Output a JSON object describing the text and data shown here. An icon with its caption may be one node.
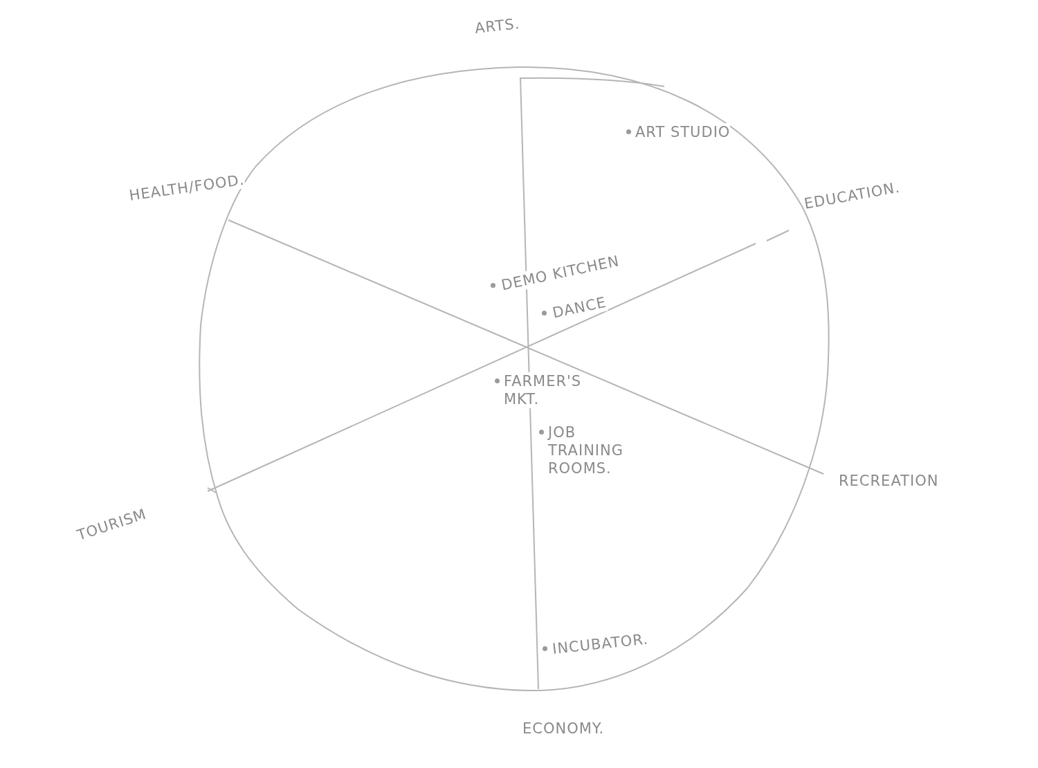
{
  "diagram": {
    "labels": [
      "ARTS.",
      "HEALTH/FOOD.",
      "ART STUDIO",
      "EDUCATION.",
      "DEMO KITCHEN",
      "DANCE",
      "FARMER'S MKT.",
      "JOB TRAINING ROOMS.",
      "RECREATION",
      "TOURISM",
      "INCUBATOR.",
      "ECONOMY."
    ]
  }
}
